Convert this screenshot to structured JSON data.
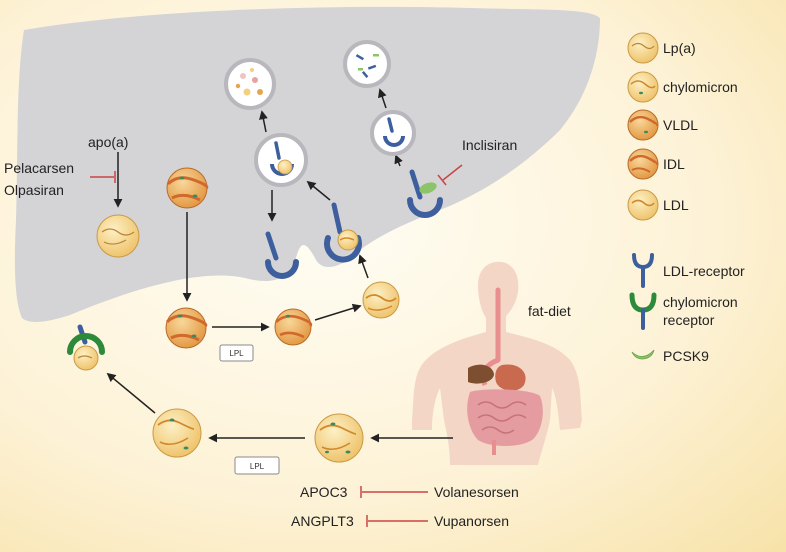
{
  "labels": {
    "apoa": "apo(a)",
    "pelacarsen": "Pelacarsen",
    "olpasiran": "Olpasiran",
    "inclisiran": "Inclisiran",
    "fat_diet": "fat-diet",
    "lpl_top": "LPL",
    "lpl_bottom": "LPL",
    "apoc3": "APOC3",
    "volanesorsen": "Volanesorsen",
    "angplt3": "ANGPLT3",
    "vupanorsen": "Vupanorsen"
  },
  "legend": {
    "lpa": "Lp(a)",
    "chylomicron": "chylomicron",
    "vldl": "VLDL",
    "idl": "IDL",
    "ldl": "LDL",
    "ldl_receptor": "LDL-receptor",
    "chylo_receptor_line1": "chylomicron",
    "chylo_receptor_line2": "receptor",
    "pcsk9": "PCSK9"
  },
  "colors": {
    "liver": "#d4d4d6",
    "receptor_blue": "#3d5f9e",
    "receptor_green": "#2d8a3a",
    "pcsk9": "#8cc46a",
    "inhibition_red": "#c94545",
    "particle_yellow": "#f4cf7e",
    "particle_orange": "#e7a44f",
    "stripe_orange": "#d0692b"
  }
}
